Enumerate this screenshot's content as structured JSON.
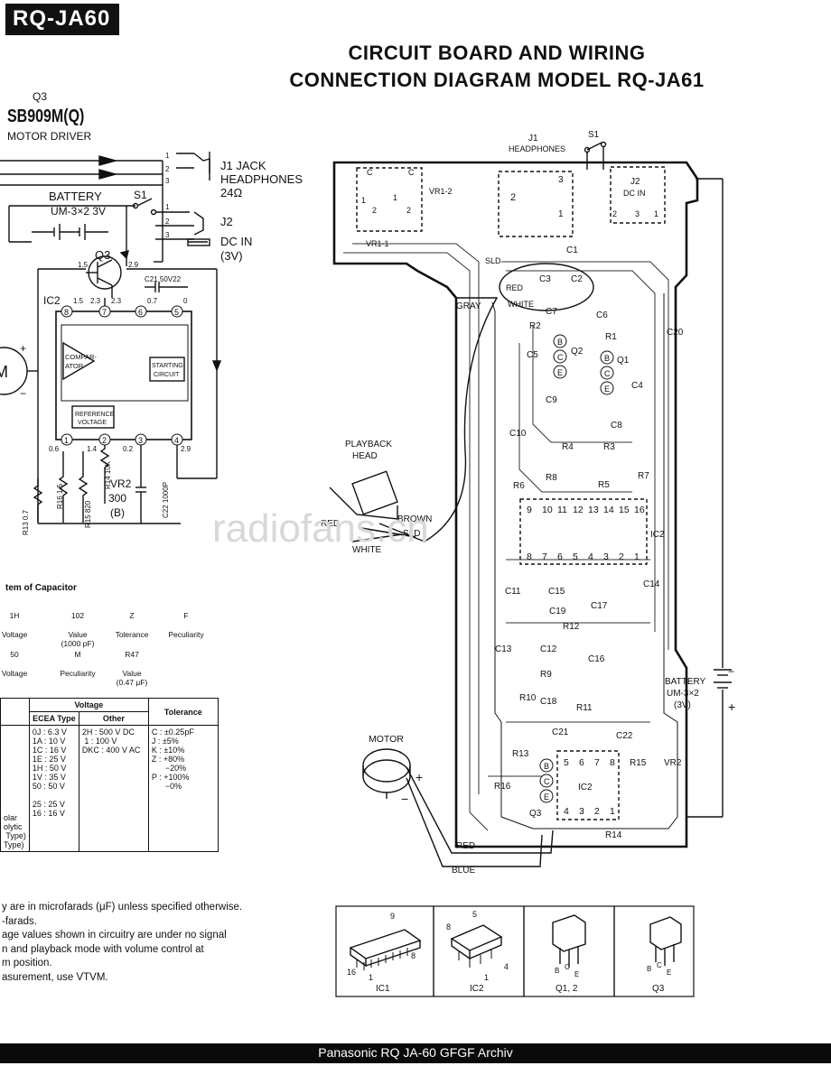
{
  "header": {
    "model_tag": "RQ-JA60",
    "title_line1": "CIRCUIT BOARD AND WIRING",
    "title_line2": "CONNECTION DIAGRAM MODEL RQ-JA61"
  },
  "schematic": {
    "q3_ref": "Q3",
    "q3_part": "SB909M(Q)",
    "q3_role": "MOTOR DRIVER",
    "j1_label_1": "J1 JACK",
    "j1_label_2": "HEADPHONES",
    "j1_label_3": "24Ω",
    "battery_label_1": "BATTERY",
    "battery_label_2": "UM-3×2 3V",
    "s1": "S1",
    "j2": "J2",
    "dcin_1": "DC IN",
    "dcin_2": "(3V)",
    "q3_sym": "Q3",
    "v15": "1.5",
    "v29": "2.9",
    "ic2": "IC2",
    "c21": "C21 50V22",
    "comparator": "COMPAR-\nATOR",
    "starting": "STARTING\nCIRCUIT",
    "reference": "REFERENCE\nVOLTAGE",
    "pin_top": [
      "8",
      "7",
      "6",
      "5"
    ],
    "pin_bot": [
      "1",
      "2",
      "3",
      "4"
    ],
    "v_top": [
      "1.5",
      "2.3",
      "0.7",
      "0"
    ],
    "v_bot": [
      "0.6",
      "1.4",
      "0.2",
      "2.9"
    ],
    "r13": "R13 0.7",
    "r16": "R16 1.5",
    "r15": "R15 820",
    "r14": "R14 10K",
    "vr2_1": "VR2",
    "vr2_2": "300",
    "vr2_3": "(B)",
    "c22": "C22 1000P",
    "v23": "2.3",
    "motor": "M"
  },
  "capacitor_system": {
    "title": "tem of Capacitor",
    "row1_codes": [
      "1H",
      "102",
      "Z",
      "F"
    ],
    "row1_meanings": [
      "Voltage",
      "Value\n(1000 pF)",
      "Tolerance",
      "Peculiarity"
    ],
    "row2_codes": [
      "50",
      "M",
      "R47"
    ],
    "row2_meanings": [
      "Voltage",
      "Peculiarity",
      "Value\n(0.47 μF)"
    ],
    "table_header_voltage": "Voltage",
    "table_header_ecea": "ECEA Type",
    "table_header_other": "Other",
    "table_header_tolerance": "Tolerance",
    "ecea_values": "0J : 6.3 V\n1A : 10 V\n1C : 16 V\n1E : 25 V\n1H : 50 V\n1V : 35 V\n50 : 50 V\n\n25 : 25 V\n16 : 16 V",
    "other_values": "2H : 500 V DC\n 1 : 100 V\nDKC : 400 V AC",
    "tolerance_values": "C : ±0.25pF\nJ : ±5%\nK : ±10%\nZ : +80%\n      −20%\nP : +100%\n      −0%",
    "left_col_values": "olar\nolytic\n Type)\nType)"
  },
  "notes": [
    "y are in microfarads (μF) unless specified otherwise.",
    "-farads.",
    "age values shown in circuitry are under no signal",
    "n  and  playback  mode  with  volume  control  at",
    "m position.",
    "asurement, use VTVM."
  ],
  "board": {
    "j1": "J1",
    "headphones": "HEADPHONES",
    "s1": "S1",
    "j2": "J2",
    "dc_in": "DC IN",
    "vr1_2": "VR1-2",
    "vr1_1": "VR1-1",
    "c1": "C1",
    "sld": "SLD",
    "red": "RED",
    "white": "WHITE",
    "gray": "GRAY",
    "c3": "C3",
    "c2": "C2",
    "c7": "C7",
    "c6": "C6",
    "r2": "R2",
    "r1": "R1",
    "c20": "C20",
    "q2": "Q2",
    "q1": "Q1",
    "c5": "C5",
    "c4": "C4",
    "c9": "C9",
    "c8": "C8",
    "c10": "C10",
    "r4": "R4",
    "r3": "R3",
    "r8": "R8",
    "r7": "R7",
    "r5": "R5",
    "r6": "R6",
    "ic2": "IC2",
    "ic1_pins_top": [
      "9",
      "10",
      "11",
      "12",
      "13",
      "14",
      "15",
      "16"
    ],
    "ic1_pins_bot": [
      "8",
      "7",
      "6",
      "5",
      "4",
      "3",
      "2",
      "1"
    ],
    "c11": "C11",
    "c15": "C15",
    "c14": "C14",
    "c17": "C17",
    "c19": "C19",
    "r12": "R12",
    "c13": "C13",
    "c12": "C12",
    "c16": "C16",
    "r9": "R9",
    "r10": "R10",
    "c18": "C18",
    "r11": "R11",
    "c21": "C21",
    "c22": "C22",
    "r13": "R13",
    "r15": "R15",
    "vr2": "VR2",
    "r16": "R16",
    "ic2b": "IC2",
    "q3": "Q3",
    "r14": "R14",
    "ic2_pins_top": [
      "5",
      "6",
      "7",
      "8"
    ],
    "ic2_pins_bot": [
      "4",
      "3",
      "2",
      "1"
    ],
    "transistor_pins": [
      "B",
      "C",
      "E"
    ],
    "red_wire": "RED",
    "blue_wire": "BLUE",
    "motor": "MOTOR",
    "playback_1": "PLAYBACK",
    "playback_2": "HEAD",
    "head_red": "RED",
    "head_brown": "BROWN",
    "head_sld": "SLD",
    "head_white": "WHITE",
    "battery_1": "BATTERY",
    "battery_2": "UM-3×2",
    "battery_3": "(3V)"
  },
  "packages": {
    "ic1": "IC1",
    "ic2": "IC2",
    "q12": "Q1, 2",
    "q3": "Q3",
    "ic1_pin_a": "9",
    "ic1_pin_b": "8",
    "ic1_pin_c": "16",
    "ic1_pin_d": "1",
    "ic2_pin_a": "5",
    "ic2_pin_b": "8",
    "ic2_pin_c": "4",
    "ic2_pin_d": "1",
    "pins": [
      "B",
      "C",
      "E"
    ]
  },
  "watermark": "radiofans.cn",
  "footer": "Panasonic RQ JA-60 GFGF Archiv"
}
